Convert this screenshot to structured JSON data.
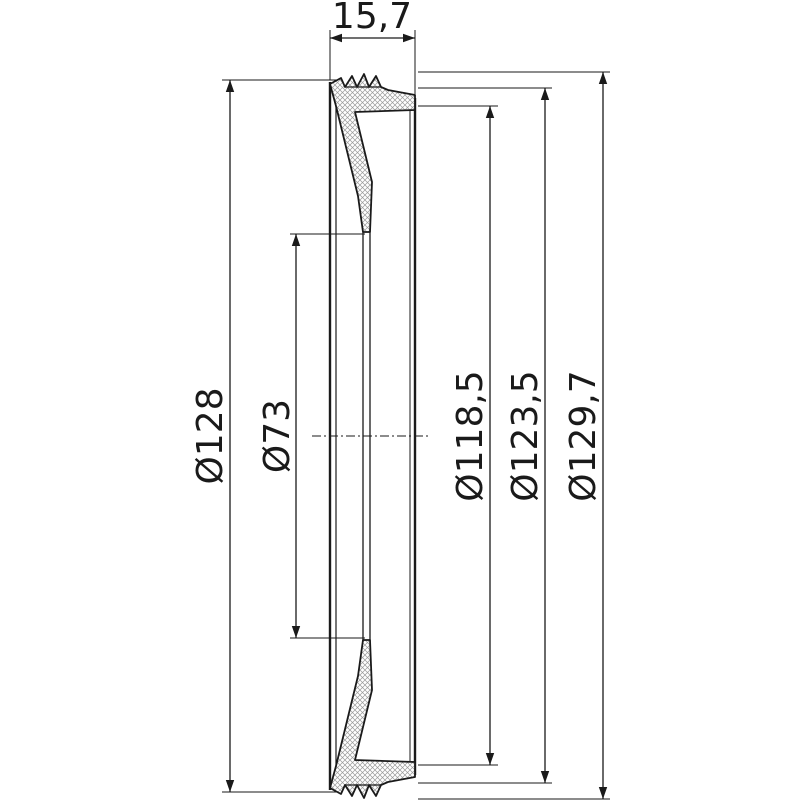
{
  "dimensions": {
    "width": "15,7",
    "d128": "Ø128",
    "d73": "Ø73",
    "d118": "Ø118,5",
    "d123": "Ø123,5",
    "d129": "Ø129,7"
  },
  "colors": {
    "ink": "#1a1a1a",
    "hatch": "#9a9a9a",
    "fill": "#ffffff"
  }
}
